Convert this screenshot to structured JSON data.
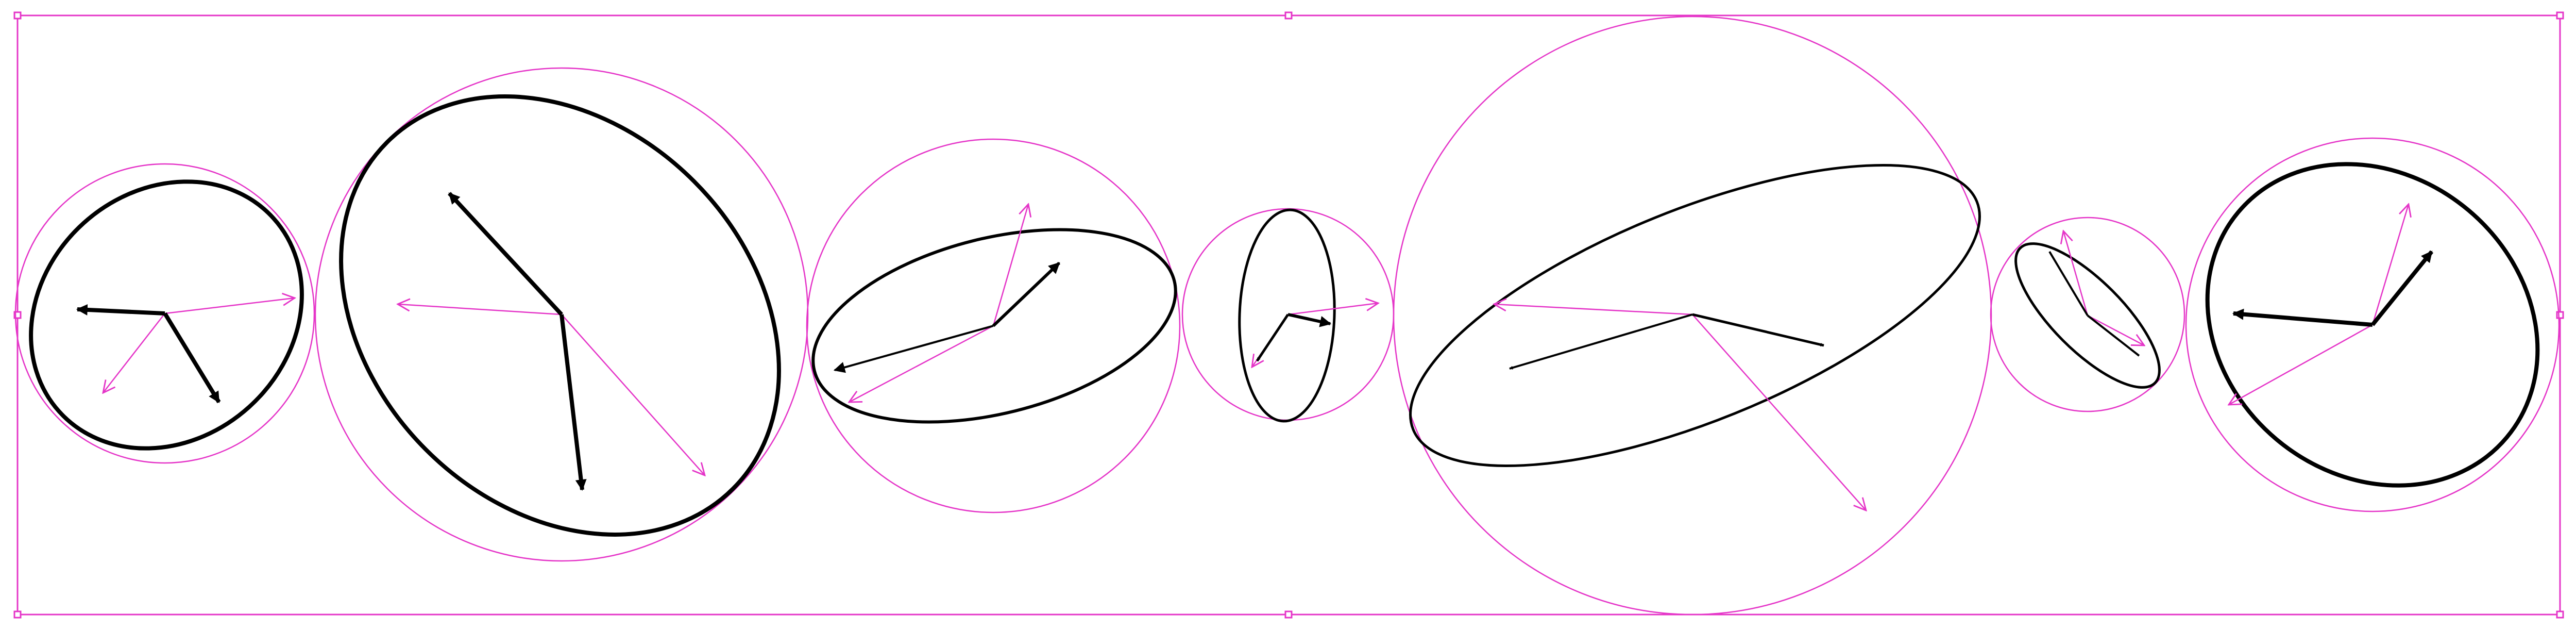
{
  "colors": {
    "background": "#ffffff",
    "guide": "#e535c8",
    "ellipse": "#000000",
    "principal_axis": "#000000",
    "generator_vector": "#e535c8"
  },
  "selection_frame": {
    "handles": 8
  },
  "figures_count": 7,
  "vector_pairs_per_figure": 2,
  "stroke_style": {
    "bold_figures": [
      1,
      2,
      7
    ],
    "thin_figures": [
      3,
      4,
      5,
      6
    ]
  }
}
